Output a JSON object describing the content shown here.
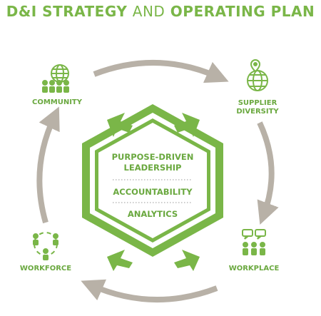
{
  "title": {
    "part1": "D&I STRATEGY",
    "part2": "AND",
    "part3": "OPERATING PLAN"
  },
  "center": {
    "line1": "PURPOSE-DRIVEN",
    "line2": "LEADERSHIP",
    "item2": "ACCOUNTABILITY",
    "item3": "ANALYTICS"
  },
  "nodes": {
    "community": "COMMUNITY",
    "supplier1": "SUPPLIER",
    "supplier2": "DIVERSITY",
    "workforce": "WORKFORCE",
    "workplace": "WORKPLACE"
  },
  "colors": {
    "green": "#7ab648",
    "gray_arrow": "#b8b1a7",
    "label_green": "#6aa83f"
  }
}
